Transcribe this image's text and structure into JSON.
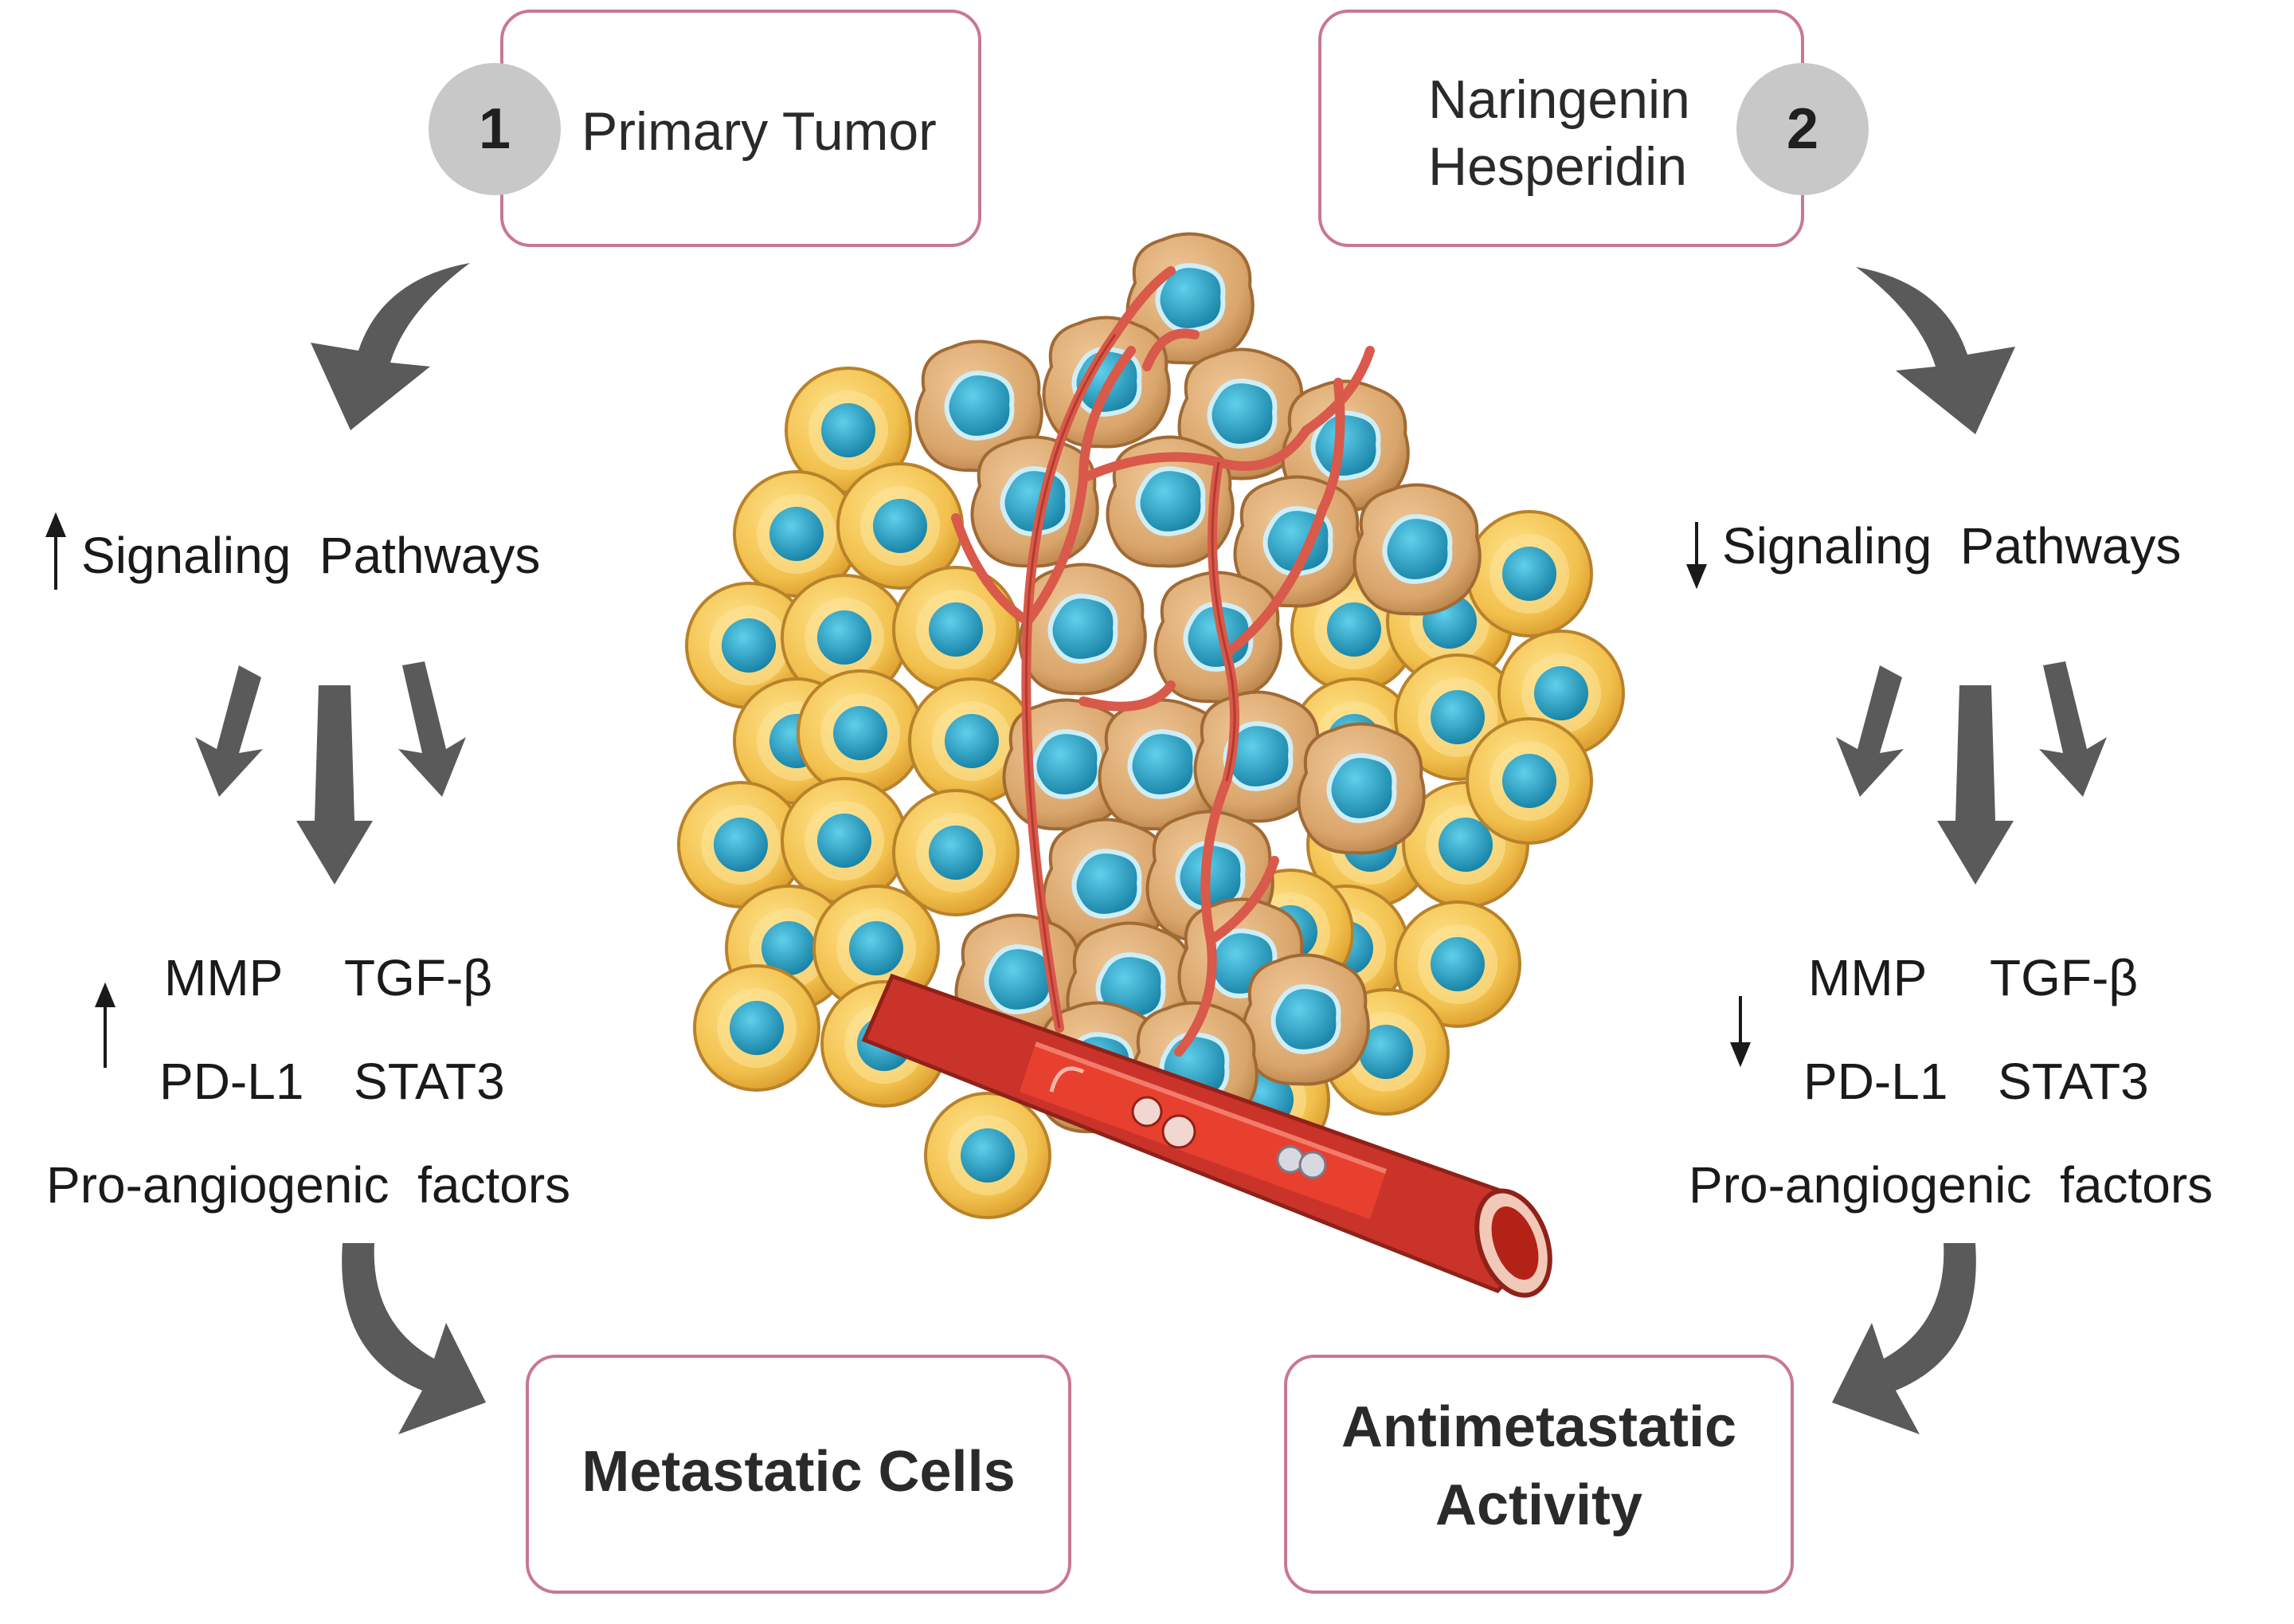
{
  "steps": {
    "one": {
      "number": "1",
      "label": "Primary Tumor"
    },
    "two": {
      "number": "2",
      "line1": "Naringenin",
      "line2": "Hesperidin"
    }
  },
  "left": {
    "pathways": "Signaling  Pathways",
    "mmp": "MMP",
    "tgf": "TGF-β",
    "pdl1": "PD-L1",
    "stat3": "STAT3",
    "factors": "Pro-angiogenic  factors",
    "outcome": "Metastatic Cells"
  },
  "right": {
    "pathways": "Signaling  Pathways",
    "mmp": "MMP",
    "tgf": "TGF-β",
    "pdl1": "PD-L1",
    "stat3": "STAT3",
    "factors": "Pro-angiogenic  factors",
    "outcome_line1": "Antimetastatic",
    "outcome_line2": "Activity"
  },
  "colors": {
    "box_border": "#c8788f",
    "arrow": "#5a5a5a",
    "circle": "#c8c8c8",
    "tumor_cell": "#f2c14e",
    "cancer_cell": "#d9a56b",
    "nucleus": "#1e9bbf",
    "vessel": "#d93a2b"
  }
}
